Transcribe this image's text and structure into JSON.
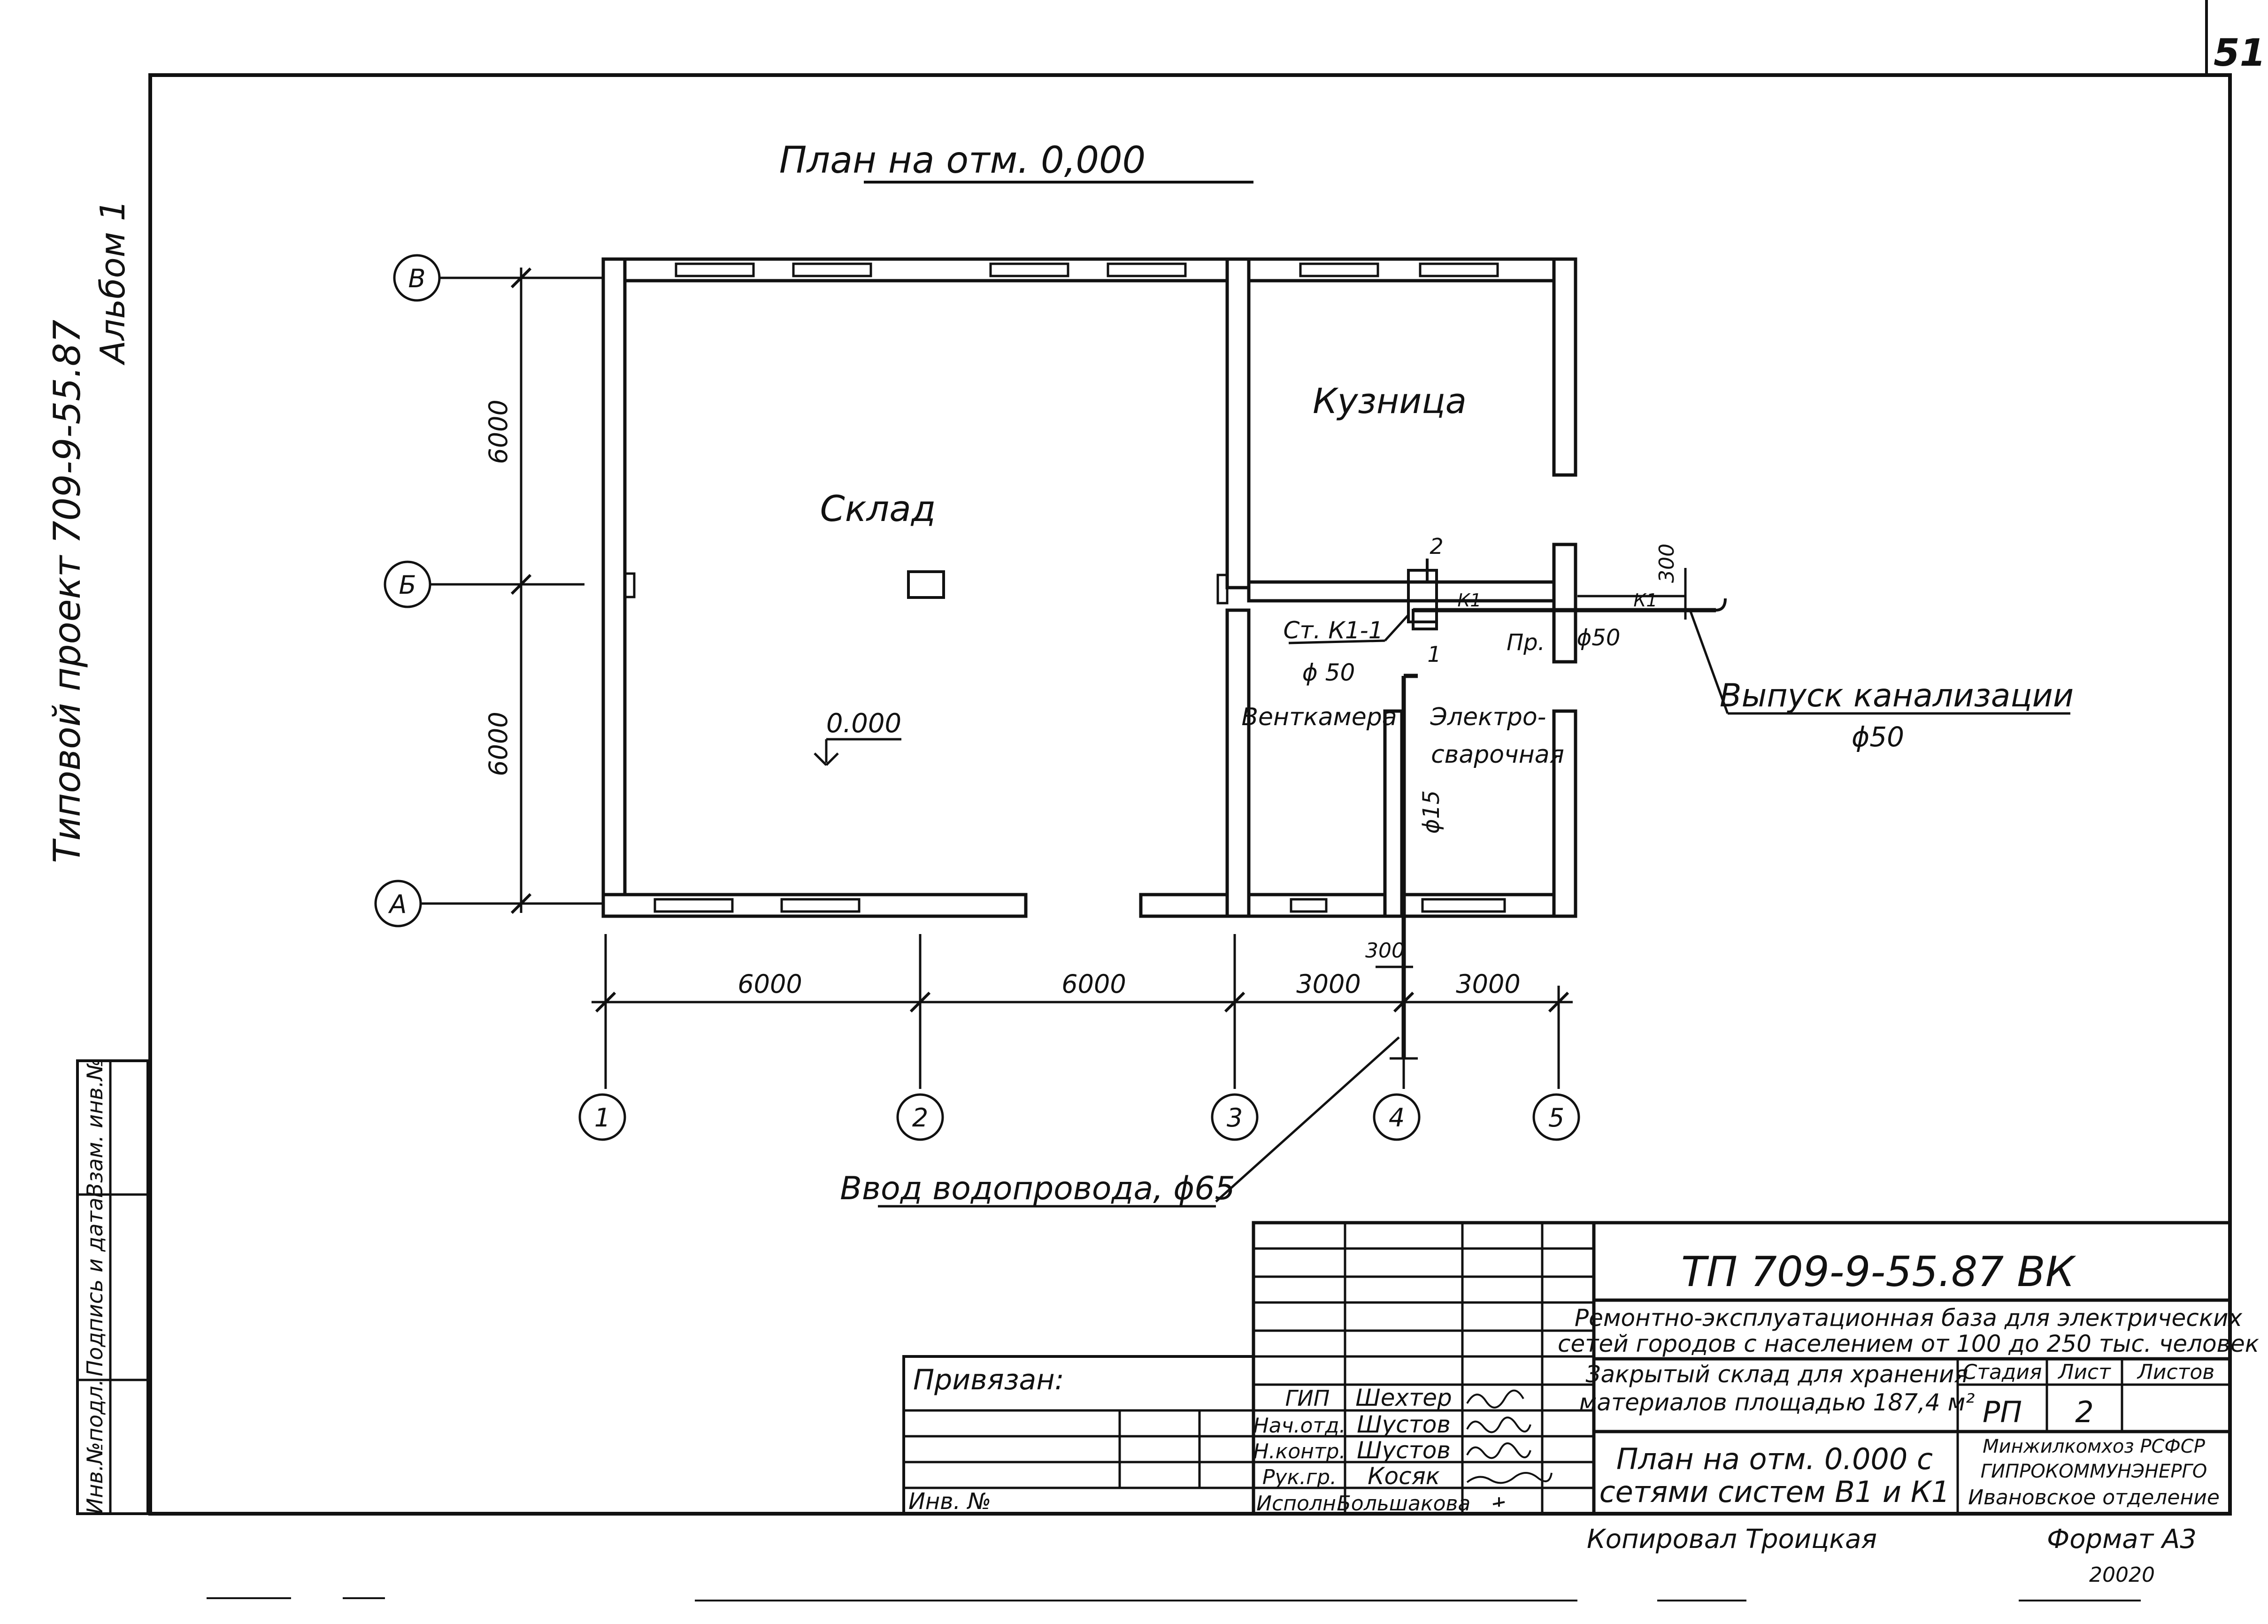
{
  "page_number": "51",
  "side_title": {
    "line1": "Типовой проект 709-9-55.87",
    "line2": "Альбом 1"
  },
  "left_stamp": {
    "vzam_inv": "Взам. инв.№",
    "podpis_data": "Подпись и дата",
    "inv_podl": "Инв.№подл."
  },
  "plan_title": "План на отм. 0,000",
  "rooms": {
    "sklad": "Склад",
    "kuznitsa": "Кузница",
    "ventkamera": "Венткамера",
    "elektro_1": "Электро-",
    "elektro_2": "сварочная"
  },
  "level_mark": "0.000",
  "axes_rows": [
    "В",
    "Б",
    "А"
  ],
  "axes_cols": [
    "1",
    "2",
    "3",
    "4",
    "5"
  ],
  "dimensions": {
    "row_spans": [
      "6000",
      "6000"
    ],
    "col_spans": [
      "6000",
      "6000",
      "3000",
      "3000"
    ],
    "offset_300_top": "300",
    "offset_300_bottom": "300"
  },
  "pipes": {
    "riser_label": "Ст. К1-1",
    "riser_diameter": "ϕ 50",
    "k1_a": "К1",
    "k1_b": "К1",
    "pr": "Пр.",
    "d50": "ϕ50",
    "node_1": "1",
    "node_2": "2",
    "d15": "ϕ15",
    "vypusk": "Выпуск канализации",
    "vypusk_d": "ϕ50",
    "vvod": "Ввод водопровода, ϕ65"
  },
  "title_block": {
    "code": "ТП 709-9-55.87  ВК",
    "project_line1": "Ремонтно-эксплуатационная база для электрических",
    "project_line2": "сетей городов с населением от 100 до 250 тыс. человек",
    "object_line1": "Закрытый склад для хранения",
    "object_line2": "материалов площадью 187,4 м²",
    "sheet_line1": "План на отм. 0.000 с",
    "sheet_line2": "сетями систем В1 и К1",
    "stage_header": "Стадия",
    "sheet_header": "Лист",
    "sheets_header": "Листов",
    "stage": "РП",
    "sheet": "2",
    "org_line1": "Минжилкомхоз РСФСР",
    "org_line2": "ГИПРОКОММУНЭНЕРГО",
    "org_line3": "Ивановское отделение",
    "privyazan": "Привязан:",
    "inv_no": "Инв. №",
    "roles": [
      "ГИП",
      "Нач.отд.",
      "Н.контр.",
      "Рук.гр.",
      "Исполн."
    ],
    "names": [
      "Шехтер",
      "Шустов",
      "Шустов",
      "Косяк",
      "Большакова"
    ]
  },
  "footer": {
    "kopiroval": "Копировал  Троицкая",
    "format": "Формат А3",
    "mark": "20020"
  }
}
